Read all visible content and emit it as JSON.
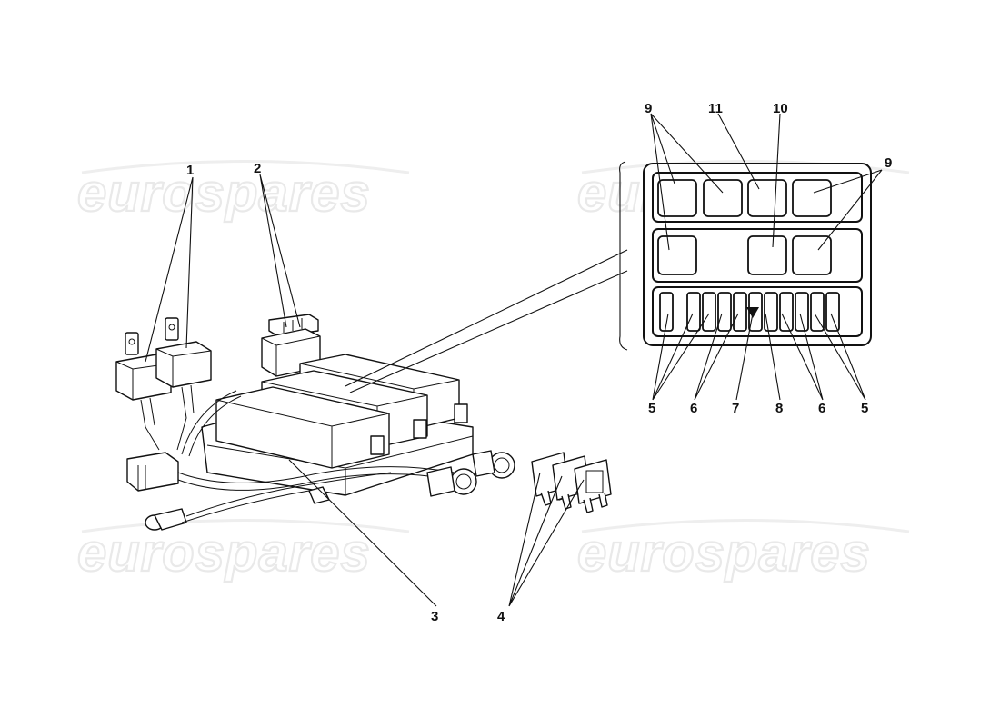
{
  "watermark": {
    "text": "eurospares"
  },
  "callouts": {
    "c1": "1",
    "c2": "2",
    "c3": "3",
    "c4": "4",
    "p9a": "9",
    "p11": "11",
    "p10": "10",
    "p9b": "9",
    "p5a": "5",
    "p6a": "6",
    "p7": "7",
    "p8": "8",
    "p6b": "6",
    "p5b": "5"
  }
}
